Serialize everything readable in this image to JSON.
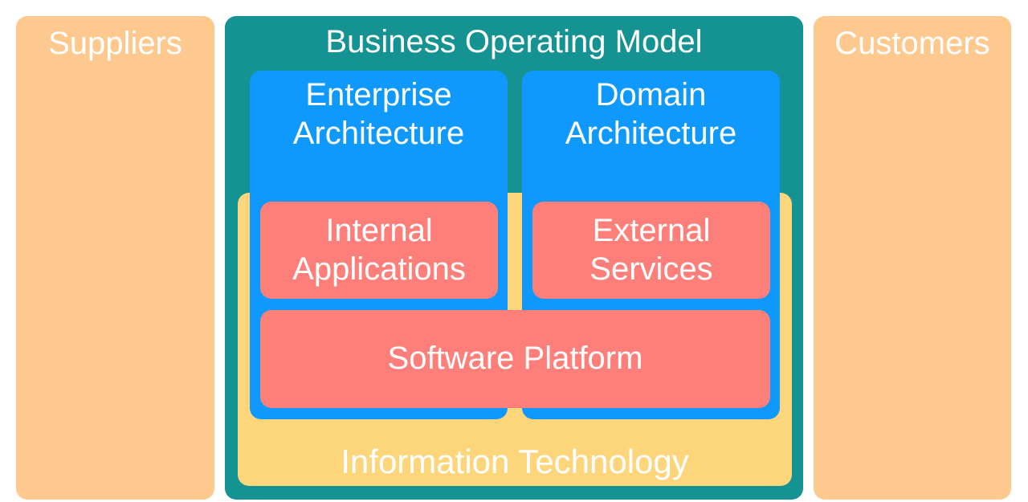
{
  "suppliers": "Suppliers",
  "customers": "Customers",
  "business_operating_model": "Business Operating Model",
  "enterprise_architecture": [
    "Enterprise",
    "Architecture"
  ],
  "domain_architecture": [
    "Domain",
    "Architecture"
  ],
  "internal_applications": [
    "Internal",
    "Applications"
  ],
  "external_services": [
    "External",
    "Services"
  ],
  "software_platform": "Software Platform",
  "information_technology": "Information Technology",
  "colors": {
    "suppliers": "#fec98e",
    "bom": "#159292",
    "it": "#fdd57b",
    "architecture": "#0f99fd",
    "component": "#fe7f79"
  }
}
